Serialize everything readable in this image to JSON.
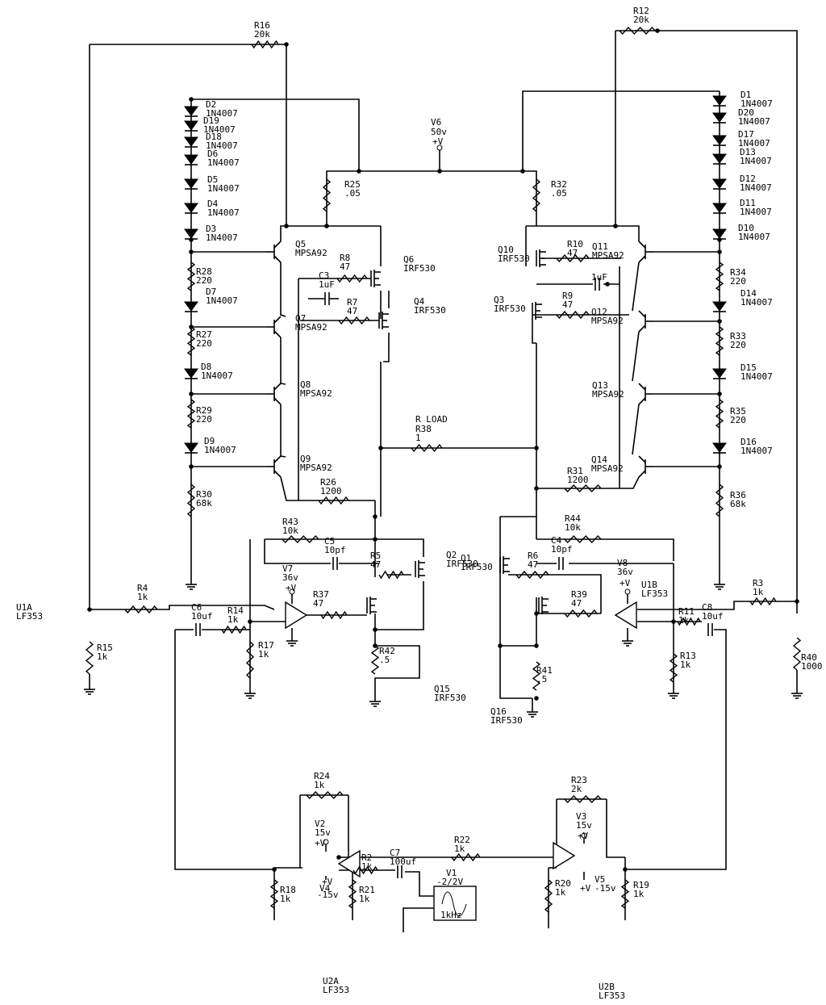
{
  "labels": {
    "R16": {
      "ref": "R16",
      "val": "20k"
    },
    "R12": {
      "ref": "R12",
      "val": "20k"
    },
    "V6": {
      "ref": "V6",
      "val": "50v",
      "pol": "+V"
    },
    "R25": {
      "ref": "R25",
      "val": ".05"
    },
    "R32": {
      "ref": "R32",
      "val": ".05"
    },
    "D2": {
      "ref": "D2",
      "val": "1N4007"
    },
    "D19": {
      "ref": "D19",
      "val": "1N4007"
    },
    "D18": {
      "ref": "D18",
      "val": "1N4007"
    },
    "D6": {
      "ref": "D6",
      "val": "1N4007"
    },
    "D5": {
      "ref": "D5",
      "val": "1N4007"
    },
    "D4": {
      "ref": "D4",
      "val": "1N4007"
    },
    "D3": {
      "ref": "D3",
      "val": "1N4007"
    },
    "D1": {
      "ref": "D1",
      "val": "1N4007"
    },
    "D20": {
      "ref": "D20",
      "val": "1N4007"
    },
    "D17": {
      "ref": "D17",
      "val": "1N4007"
    },
    "D13": {
      "ref": "D13",
      "val": "1N4007"
    },
    "D12": {
      "ref": "D12",
      "val": "1N4007"
    },
    "D11": {
      "ref": "D11",
      "val": "1N4007"
    },
    "D10": {
      "ref": "D10",
      "val": "1N4007"
    },
    "R28": {
      "ref": "R28",
      "val": "220"
    },
    "D7": {
      "ref": "D7",
      "val": "1N4007"
    },
    "R27": {
      "ref": "R27",
      "val": "220"
    },
    "D8": {
      "ref": "D8",
      "val": "1N4007"
    },
    "R29": {
      "ref": "R29",
      "val": "220"
    },
    "D9": {
      "ref": "D9",
      "val": "1N4007"
    },
    "R30": {
      "ref": "R30",
      "val": "68k"
    },
    "R34": {
      "ref": "R34",
      "val": "220"
    },
    "D14": {
      "ref": "D14",
      "val": "1N4007"
    },
    "R33": {
      "ref": "R33",
      "val": "220"
    },
    "D15": {
      "ref": "D15",
      "val": "1N4007"
    },
    "R35": {
      "ref": "R35",
      "val": "220"
    },
    "D16": {
      "ref": "D16",
      "val": "1N4007"
    },
    "R36": {
      "ref": "R36",
      "val": "68k"
    },
    "Q5": {
      "ref": "Q5",
      "val": "MPSA92"
    },
    "Q7": {
      "ref": "Q7",
      "val": "MPSA92"
    },
    "Q8": {
      "ref": "Q8",
      "val": "MPSA92"
    },
    "Q9": {
      "ref": "Q9",
      "val": "MPSA92"
    },
    "Q11": {
      "ref": "Q11",
      "val": "MPSA92"
    },
    "Q12": {
      "ref": "Q12",
      "val": "MPSA92"
    },
    "Q13": {
      "ref": "Q13",
      "val": "MPSA92"
    },
    "Q14": {
      "ref": "Q14",
      "val": "MPSA92"
    },
    "Q6": {
      "ref": "Q6",
      "val": "IRF530"
    },
    "Q4": {
      "ref": "Q4",
      "val": "IRF530"
    },
    "Q10": {
      "ref": "Q10",
      "val": "IRF530"
    },
    "Q3": {
      "ref": "Q3",
      "val": "IRF530"
    },
    "Q2": {
      "ref": "Q2",
      "val": "IRF530"
    },
    "Q1": {
      "ref": "Q1",
      "val": "IRF530"
    },
    "Q15": {
      "ref": "Q15",
      "val": "IRF530"
    },
    "Q16": {
      "ref": "Q16",
      "val": "IRF530"
    },
    "R8": {
      "ref": "R8",
      "val": "47"
    },
    "C3": {
      "ref": "C3",
      "val": "1uF"
    },
    "R7": {
      "ref": "R7",
      "val": "47"
    },
    "R10": {
      "ref": "R10",
      "val": "47"
    },
    "C": {
      "ref": "",
      "val": "1uF"
    },
    "R9": {
      "ref": "R9",
      "val": "47"
    },
    "RLOAD": {
      "ref": "R LOAD",
      "val": ""
    },
    "R38": {
      "ref": "R38",
      "val": "1"
    },
    "R26": {
      "ref": "R26",
      "val": "1200"
    },
    "R31": {
      "ref": "R31",
      "val": "1200"
    },
    "R43": {
      "ref": "R43",
      "val": "10k"
    },
    "C5": {
      "ref": "C5",
      "val": "10pf"
    },
    "R5": {
      "ref": "R5",
      "val": "47"
    },
    "R44": {
      "ref": "R44",
      "val": "10k"
    },
    "C4": {
      "ref": "C4",
      "val": "10pf"
    },
    "R6": {
      "ref": "R6",
      "val": "47"
    },
    "V7": {
      "ref": "V7",
      "val": "36v",
      "pol": "+V"
    },
    "V8": {
      "ref": "V8",
      "val": "36v",
      "pol": "+V"
    },
    "R37": {
      "ref": "R37",
      "val": "47"
    },
    "R39": {
      "ref": "R39",
      "val": "47"
    },
    "R42": {
      "ref": "R42",
      "val": ".5"
    },
    "R41": {
      "ref": "R41",
      "val": ".5"
    },
    "U1A": {
      "ref": "U1A",
      "val": "LF353"
    },
    "U1B": {
      "ref": "U1B",
      "val": "LF353"
    },
    "R4": {
      "ref": "R4",
      "val": "1k"
    },
    "C6": {
      "ref": "C6",
      "val": "10uf"
    },
    "R14": {
      "ref": "R14",
      "val": "1k"
    },
    "R15": {
      "ref": "R15",
      "val": "1k"
    },
    "R17": {
      "ref": "R17",
      "val": "1k"
    },
    "R3": {
      "ref": "R3",
      "val": "1k"
    },
    "R11": {
      "ref": "R11",
      "val": "1k"
    },
    "C8": {
      "ref": "C8",
      "val": "10uf"
    },
    "R13": {
      "ref": "R13",
      "val": "1k"
    },
    "R40": {
      "ref": "R40",
      "val": "1000"
    },
    "R24": {
      "ref": "R24",
      "val": "1k"
    },
    "R23": {
      "ref": "R23",
      "val": "2k"
    },
    "V2": {
      "ref": "V2",
      "val": "15v",
      "pol": "+V"
    },
    "V3": {
      "ref": "V3",
      "val": "15v",
      "pol": "+V"
    },
    "V4": {
      "ref": "V4",
      "val": "-15v",
      "pol": "+V"
    },
    "V5": {
      "ref": "V5",
      "val": "-15v",
      "pol": "+V"
    },
    "R2": {
      "ref": "R2",
      "val": "1k"
    },
    "C7": {
      "ref": "C7",
      "val": "100uf"
    },
    "R22": {
      "ref": "R22",
      "val": "1k"
    },
    "V1": {
      "ref": "V1",
      "val": "-2/2V",
      "freq": "1kHz"
    },
    "R18": {
      "ref": "R18",
      "val": "1k"
    },
    "R21": {
      "ref": "R21",
      "val": "1k"
    },
    "R20": {
      "ref": "R20",
      "val": "1k"
    },
    "R19": {
      "ref": "R19",
      "val": "1k"
    },
    "U2A": {
      "ref": "U2A",
      "val": "LF353"
    },
    "U2B": {
      "ref": "U2B",
      "val": "LF353"
    }
  }
}
